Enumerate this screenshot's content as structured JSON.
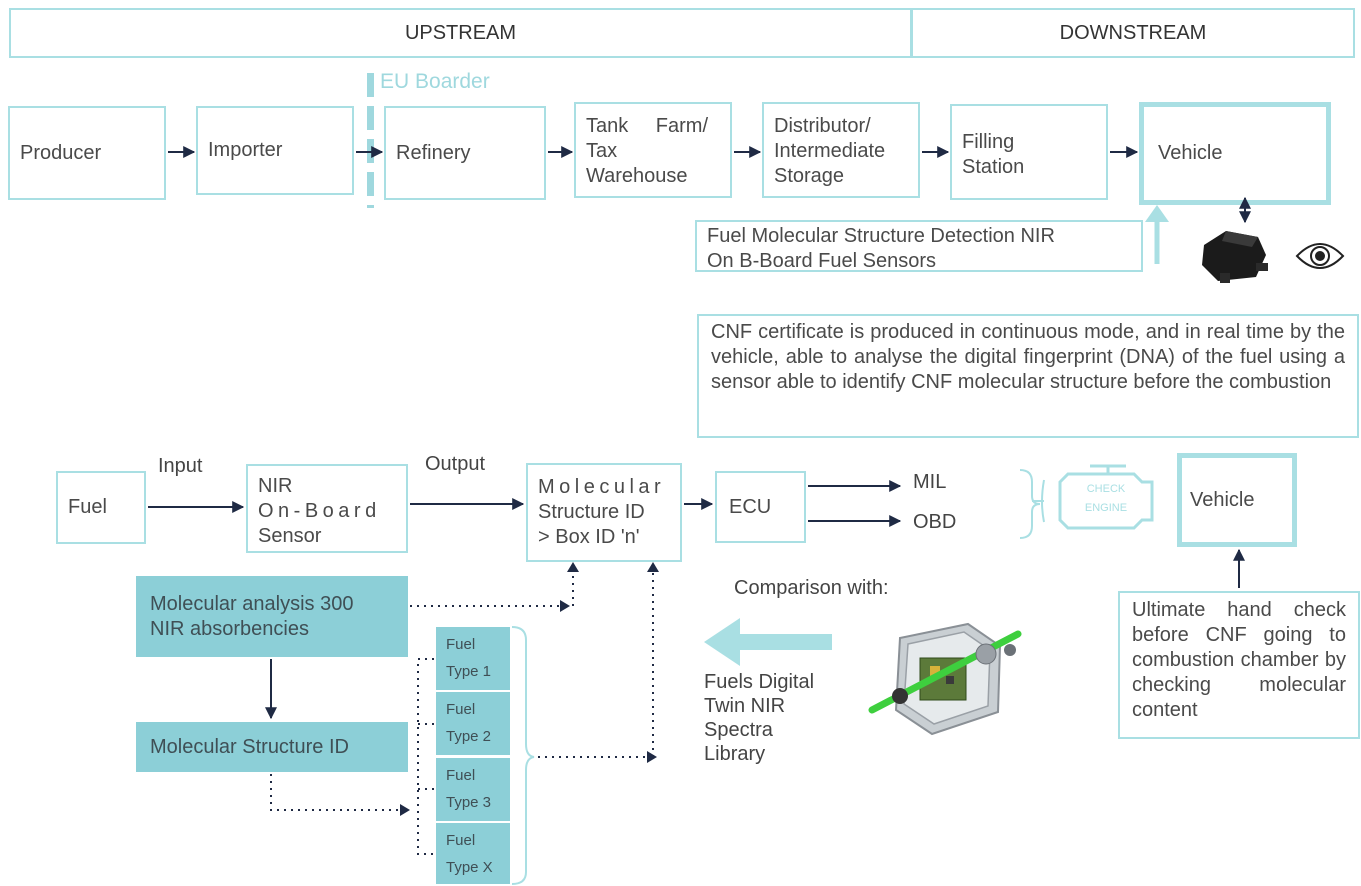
{
  "header": {
    "upstream": "UPSTREAM",
    "downstream": "DOWNSTREAM"
  },
  "border_label": "EU Boarder",
  "chain": {
    "producer": "Producer",
    "importer": "Importer",
    "refinery": "Refinery",
    "tank_farm": [
      "Tank Farm/",
      "Tax",
      "Warehouse"
    ],
    "distributor": [
      "Distributor/",
      "Intermediate",
      "Storage"
    ],
    "filling": [
      "Filling",
      "Station"
    ],
    "vehicle": "Vehicle"
  },
  "nir_note": [
    "Fuel Molecular Structure Detection NIR",
    "On B-Board Fuel Sensors"
  ],
  "cnf_note": "CNF certificate is produced in continuous mode, and in real time by the vehicle, able to analyse the digital fingerprint (DNA) of the fuel using a sensor able to identify CNF molecular structure before the combustion",
  "flow": {
    "fuel": "Fuel",
    "input": "Input",
    "sensor": [
      "NIR",
      "On-Board",
      "Sensor"
    ],
    "output": "Output",
    "molecular_id": [
      "Molecular",
      "Structure ID",
      "> Box ID 'n'"
    ],
    "ecu": "ECU",
    "mil": "MIL",
    "obd": "OBD",
    "check_engine": [
      "CHECK",
      "ENGINE"
    ],
    "vehicle": "Vehicle"
  },
  "analysis": {
    "nir_absorbencies": [
      "Molecular analysis 300",
      "NIR absorbencies"
    ],
    "structure_id": "Molecular Structure ID",
    "fuel_types": [
      [
        "Fuel",
        "Type 1"
      ],
      [
        "Fuel",
        "Type 2"
      ],
      [
        "Fuel",
        "Type 3"
      ],
      [
        "Fuel",
        "Type X"
      ]
    ]
  },
  "comparison": "Comparison with:",
  "library": [
    "Fuels Digital",
    "Twin NIR",
    "Spectra",
    "Library"
  ],
  "hand_check": "Ultimate hand check before CNF going to combustion chamber by checking molecular content",
  "colors": {
    "accent": "#a9dfe3",
    "fill": "#8ccfd7",
    "arrow": "#1f2a44"
  }
}
